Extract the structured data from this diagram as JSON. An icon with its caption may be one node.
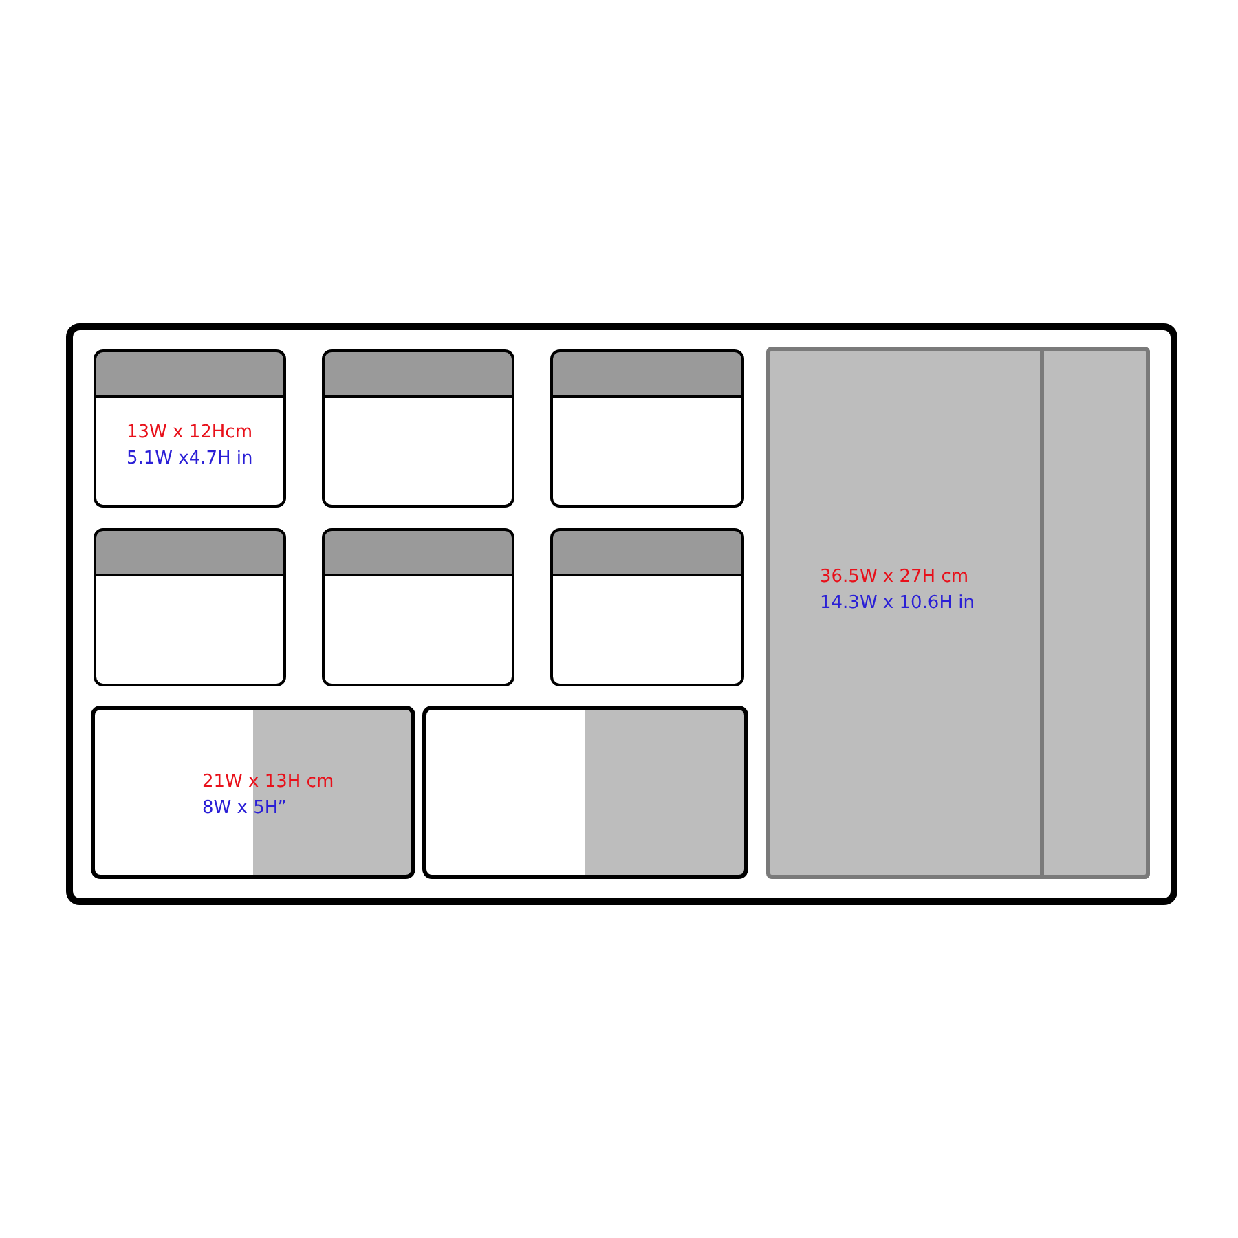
{
  "diagram": {
    "nodes": [
      {
        "text": [],
        "shape": "box"
      },
      {
        "text": [
          "13W x 12Hcm",
          "5.1W x4.7H in"
        ],
        "in": 0
      },
      {
        "text": [],
        "shape": "box",
        "in": 0
      },
      {
        "text": [],
        "shape": "box",
        "in": 0
      },
      {
        "text": [],
        "shape": "box",
        "in": 0
      },
      {
        "text": [],
        "shape": "box",
        "in": 0
      },
      {
        "text": [],
        "shape": "box",
        "in": 0
      },
      {
        "text": [
          "21W x 13H cm",
          "8W x 5H”"
        ],
        "in": 0
      },
      {
        "text": [],
        "shape": "box",
        "in": 0
      },
      {
        "text": [
          "36.5W x 27H cm",
          "14.3W x 10.6H in"
        ],
        "in": 0
      },
      {
        "text": [],
        "shape": "box",
        "in": 9
      }
    ]
  }
}
